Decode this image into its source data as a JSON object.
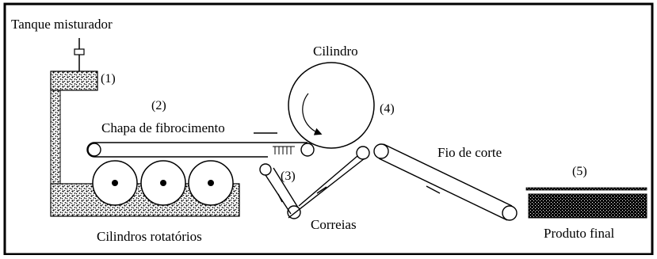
{
  "labels": {
    "tank": "Tanque misturador",
    "step1": "(1)",
    "step2": "(2)",
    "sheet": "Chapa de fibrocimento",
    "cylinder": "Cilindro",
    "step4": "(4)",
    "step3": "(3)",
    "cutting_wire": "Fio de corte",
    "step5": "(5)",
    "belts": "Correias",
    "rotary_cylinders": "Cilindros rotatórios",
    "final_product": "Produto final"
  },
  "colors": {
    "ink": "#000000",
    "frame": "#000000",
    "background": "#ffffff"
  }
}
